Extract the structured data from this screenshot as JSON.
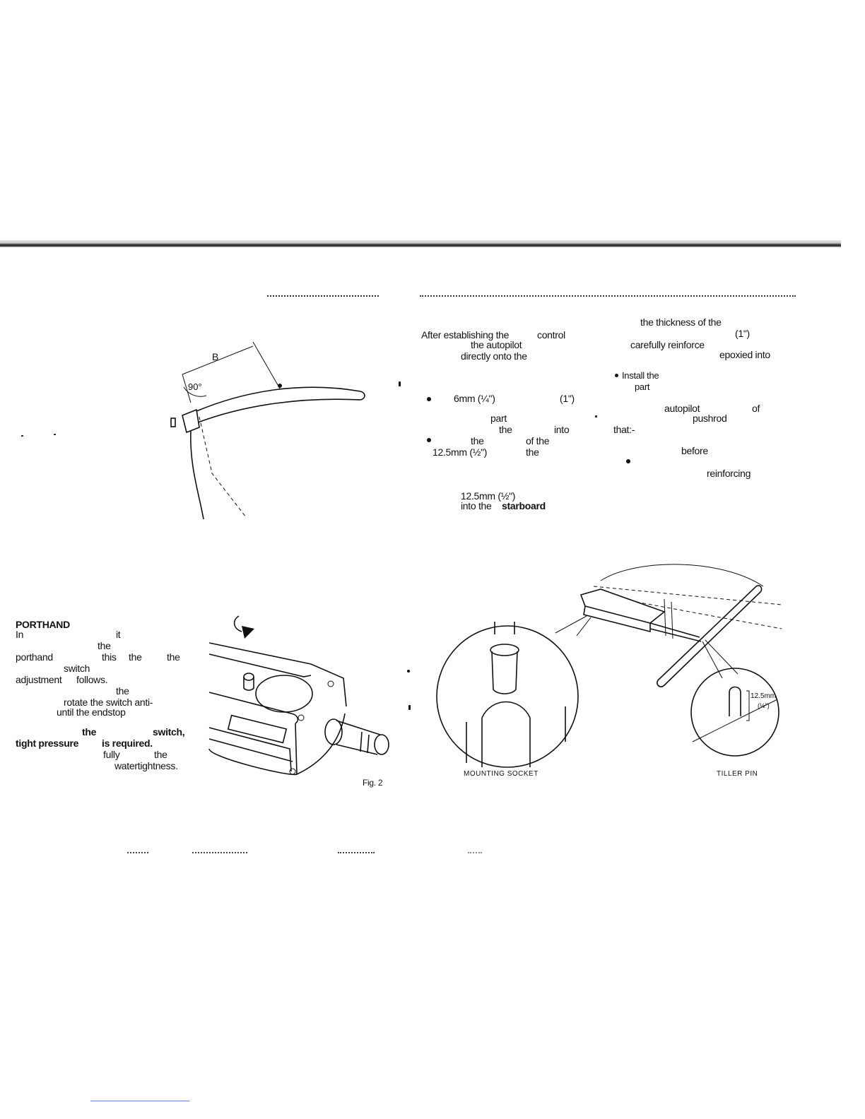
{
  "figure1": {
    "label_b": "B",
    "label_angle": "90°"
  },
  "figure2": {
    "caption": "Fig. 2"
  },
  "figure3": {
    "socket_label": "MOUNTING SOCKET",
    "pin_label": "TILLER PIN",
    "pin_dimension": "12.5mm",
    "pin_dimension_imperial": "(½\")"
  },
  "left_text": {
    "heading": "PORTHAND",
    "fragments": [
      "In",
      "it",
      "the",
      "porthand",
      "this",
      "the",
      "the",
      "switch",
      "adjustment",
      "follows.",
      "the",
      "rotate the switch anti-",
      "until the endstop",
      "the",
      "switch,",
      "tight pressure",
      "is required.",
      "fully",
      "the",
      "watertightness."
    ]
  },
  "middle_text": {
    "fragments": [
      "After establishing the",
      "control",
      "the autopilot",
      "directly onto the",
      "6mm (¼\")",
      "(1\")",
      "part",
      "the",
      "into",
      "the",
      "of the",
      "12.5mm (½\")",
      "the",
      "12.5mm (½\")",
      "into the",
      "starboard"
    ]
  },
  "right_text": {
    "fragments": [
      "the thickness of the",
      "(1\")",
      "carefully reinforce",
      "epoxied into",
      "Install the",
      "part",
      "autopilot",
      "of",
      "pushrod",
      "that:-",
      "before",
      "reinforcing"
    ]
  }
}
